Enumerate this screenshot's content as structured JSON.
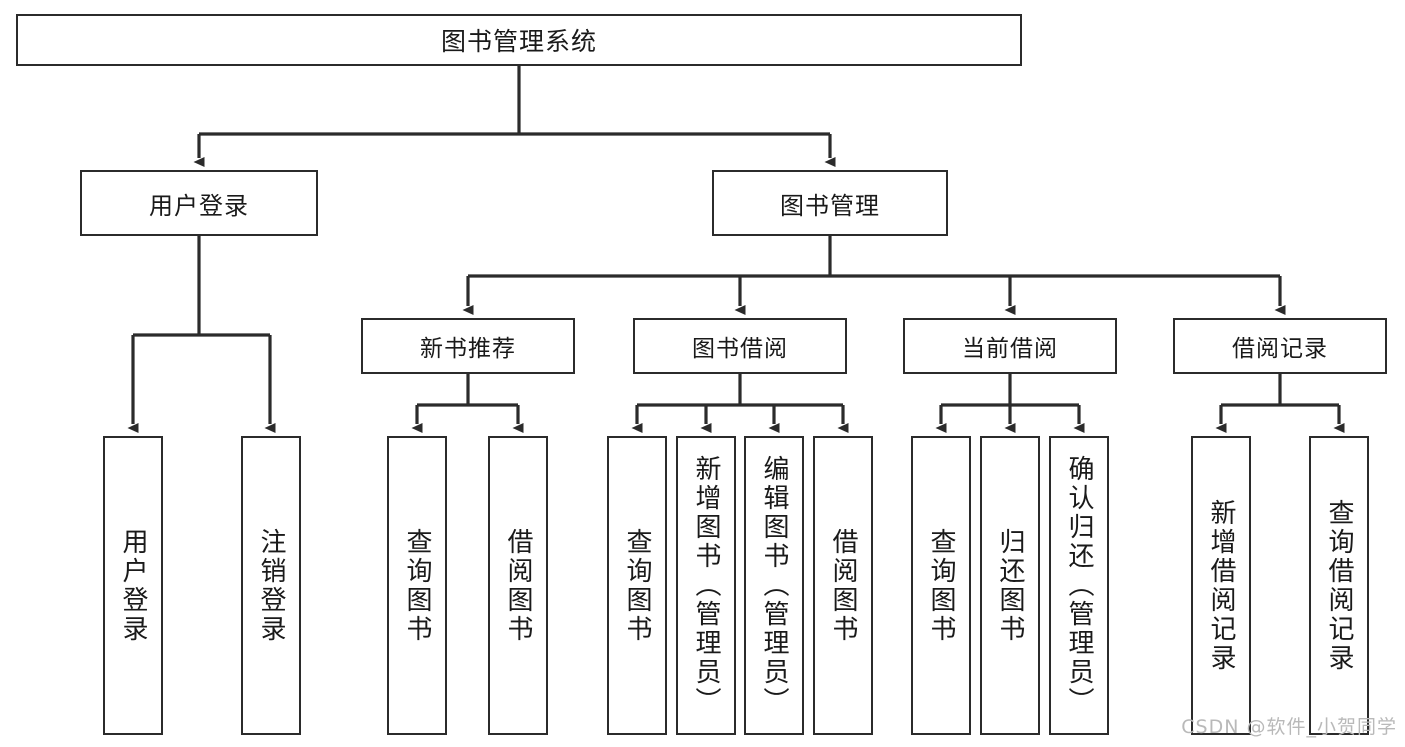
{
  "diagram": {
    "title": "图书管理系统",
    "type": "hierarchy-tree",
    "edge_color": "#2b2b2b",
    "box_border_color": "#2b2b2b",
    "box_fill_color": "#ffffff",
    "background_color": "#ffffff"
  },
  "root": {
    "label": "图书管理系统"
  },
  "level2": [
    {
      "label": "用户登录"
    },
    {
      "label": "图书管理"
    }
  ],
  "level3": [
    {
      "label": "新书推荐"
    },
    {
      "label": "图书借阅"
    },
    {
      "label": "当前借阅"
    },
    {
      "label": "借阅记录"
    }
  ],
  "leaves": {
    "user_login": [
      {
        "label": "用户登录"
      },
      {
        "label": "注销登录"
      }
    ],
    "new_book_recommend": [
      {
        "label": "查询图书"
      },
      {
        "label": "借阅图书"
      }
    ],
    "book_borrow": [
      {
        "label": "查询图书"
      },
      {
        "label": "新增图书（管理员）"
      },
      {
        "label": "编辑图书（管理员）"
      },
      {
        "label": "借阅图书"
      }
    ],
    "current_borrow": [
      {
        "label": "查询图书"
      },
      {
        "label": "归还图书"
      },
      {
        "label": "确认归还（管理员）"
      }
    ],
    "borrow_record": [
      {
        "label": "新增借阅记录"
      },
      {
        "label": "查询借阅记录"
      }
    ]
  },
  "watermark": {
    "text": "CSDN @软件_小贺同学"
  }
}
